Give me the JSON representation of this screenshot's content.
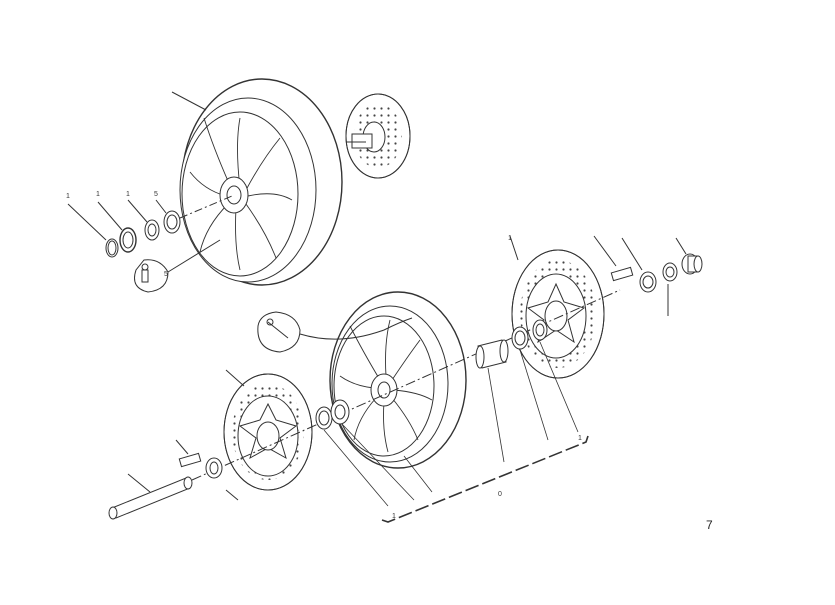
{
  "page": {
    "page_number": "7"
  },
  "callouts": {
    "rear_top_1": "1",
    "rear_top_2": "1",
    "rear_top_3": "1",
    "rear_top_4": "5",
    "rear_valve": "5",
    "front_top": "1",
    "front_bottom_1": "1",
    "front_bottom_2": "1",
    "front_group": "0"
  },
  "colors": {
    "line": "#333333",
    "fill": "#ffffff"
  }
}
